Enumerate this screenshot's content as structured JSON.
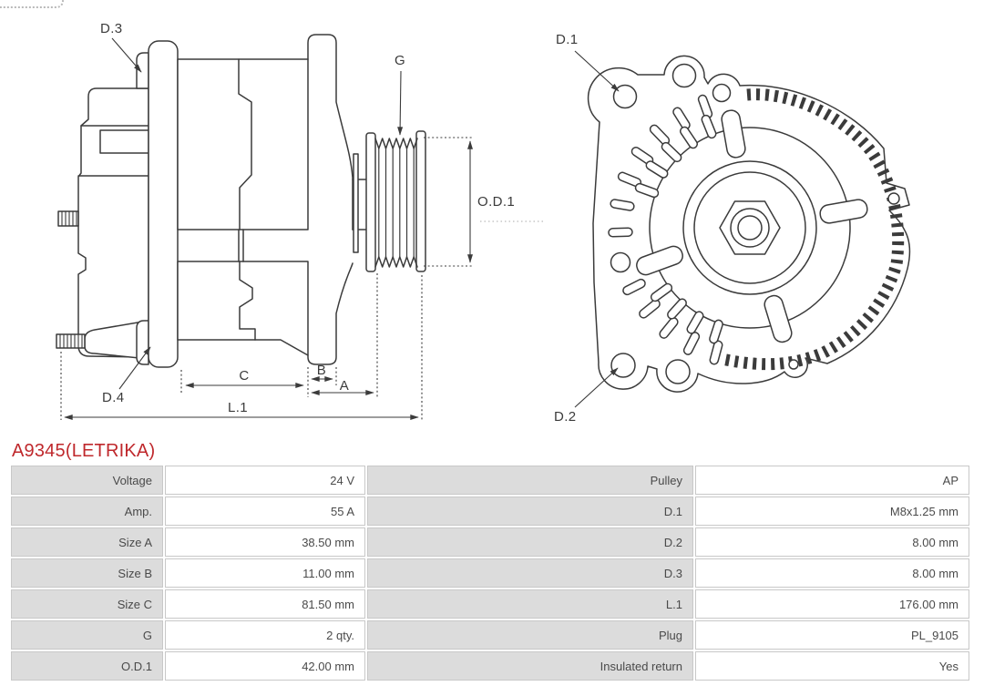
{
  "page": {
    "title": "A9345(LETRIKA)",
    "colors": {
      "title_red": "#bf282c",
      "drawing_line": "#3b3b3b",
      "table_label_bg": "#dcdcdc",
      "table_border": "#c8c8c8",
      "table_text": "#4a4a4a"
    }
  },
  "drawing": {
    "side_view_labels": {
      "d3": "D.3",
      "d4": "D.4",
      "g": "G",
      "od1": "O.D.1",
      "a": "A",
      "b": "B",
      "c": "C",
      "l1": "L.1"
    },
    "front_view_labels": {
      "d1": "D.1",
      "d2": "D.2"
    }
  },
  "specs": {
    "left": [
      {
        "label": "Voltage",
        "value": "24 V"
      },
      {
        "label": "Amp.",
        "value": "55 A"
      },
      {
        "label": "Size A",
        "value": "38.50 mm"
      },
      {
        "label": "Size B",
        "value": "11.00 mm"
      },
      {
        "label": "Size C",
        "value": "81.50 mm"
      },
      {
        "label": "G",
        "value": "2 qty."
      },
      {
        "label": "O.D.1",
        "value": "42.00 mm"
      }
    ],
    "right": [
      {
        "label": "Pulley",
        "value": "AP"
      },
      {
        "label": "D.1",
        "value": "M8x1.25 mm"
      },
      {
        "label": "D.2",
        "value": "8.00 mm"
      },
      {
        "label": "D.3",
        "value": "8.00 mm"
      },
      {
        "label": "L.1",
        "value": "176.00 mm"
      },
      {
        "label": "Plug",
        "value": "PL_9105"
      },
      {
        "label": "Insulated return",
        "value": "Yes"
      }
    ]
  }
}
